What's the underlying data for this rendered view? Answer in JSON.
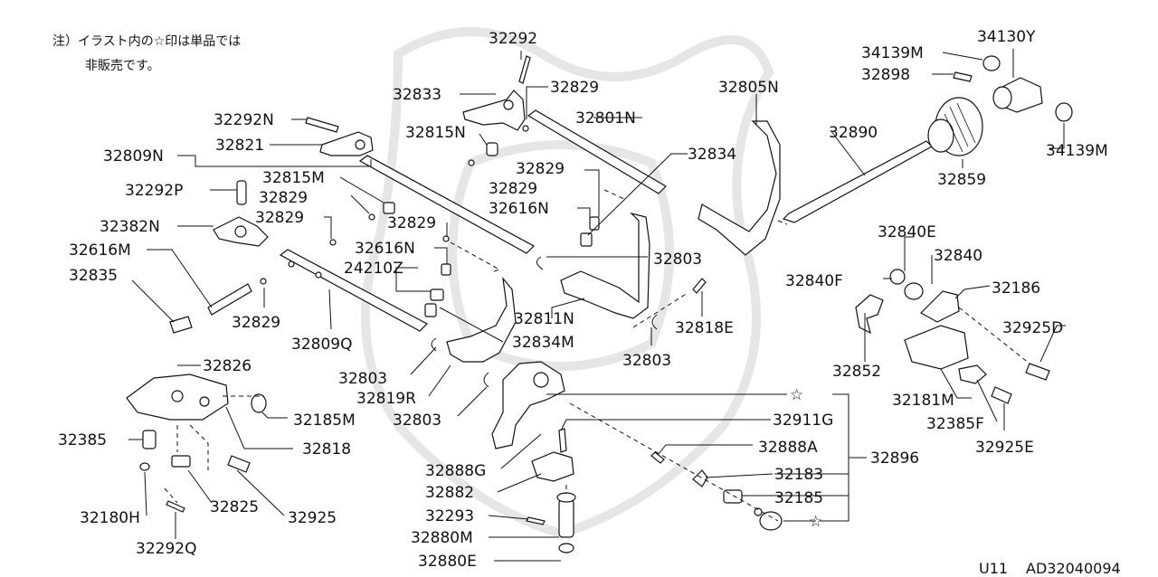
{
  "note": {
    "line1": "注）イラスト内の☆印は単品では",
    "line2": "非販売です。"
  },
  "footer": {
    "left": "U11",
    "right": "AD32040094"
  },
  "labels": {
    "p32292": "32292",
    "p32833": "32833",
    "p32829a": "32829",
    "p32805N": "32805N",
    "p34139M_top": "34139M",
    "p34130Y": "34130Y",
    "p32898": "32898",
    "p32292N": "32292N",
    "p32815N": "32815N",
    "p32801N": "32801N",
    "p32821": "32821",
    "p32809N": "32809N",
    "p32834": "32834",
    "p32890": "32890",
    "p34139M_right": "34139M",
    "p32815M": "32815M",
    "p32829b": "32829",
    "p32829c": "32829",
    "p32292P": "32292P",
    "p32829d": "32829",
    "p32829e": "32829",
    "p32616N_a": "32616N",
    "p32859": "32859",
    "p32829f": "32829",
    "p32382N": "32382N",
    "p32616M": "32616M",
    "p32616N_b": "32616N",
    "p32803a": "32803",
    "p32840E": "32840E",
    "p24210Z": "24210Z",
    "p32840": "32840",
    "p32835": "32835",
    "p32840F": "32840F",
    "p32186": "32186",
    "p32829g": "32829",
    "p32811N": "32811N",
    "p32818E": "32818E",
    "p32925D": "32925D",
    "p32809Q": "32809Q",
    "p32834M": "32834M",
    "p32803b": "32803",
    "p32826": "32826",
    "p32852": "32852",
    "p32803c": "32803",
    "p32819R": "32819R",
    "p32181M": "32181M",
    "p32185M": "32185M",
    "p32803d": "32803",
    "p32911G": "32911G",
    "p32385F": "32385F",
    "p32385": "32385",
    "p32888A": "32888A",
    "p32925E": "32925E",
    "p32818": "32818",
    "p32896": "32896",
    "p32888G": "32888G",
    "p32183": "32183",
    "p32882": "32882",
    "p32185": "32185",
    "p32825": "32825",
    "p32925": "32925",
    "p32180H": "32180H",
    "p32293": "32293",
    "p32880M": "32880M",
    "p32292Q": "32292Q",
    "p32880E": "32880E"
  },
  "star_symbol": "☆"
}
